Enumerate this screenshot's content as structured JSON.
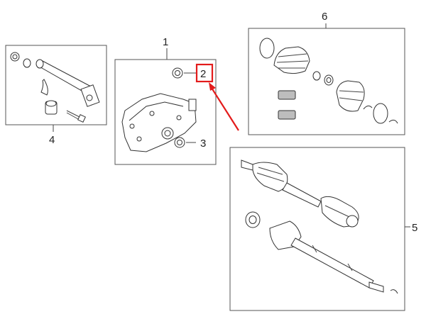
{
  "callouts": {
    "c1": "1",
    "c2": "2",
    "c3": "3",
    "c4": "4",
    "c5": "5",
    "c6": "6"
  },
  "highlight": {
    "callout": "2",
    "color": "#e31b1b"
  },
  "colors": {
    "line": "#333333",
    "box_border": "#555555",
    "highlight": "#e31b1b"
  },
  "icons": {
    "arrow": "red-arrow-icon"
  }
}
